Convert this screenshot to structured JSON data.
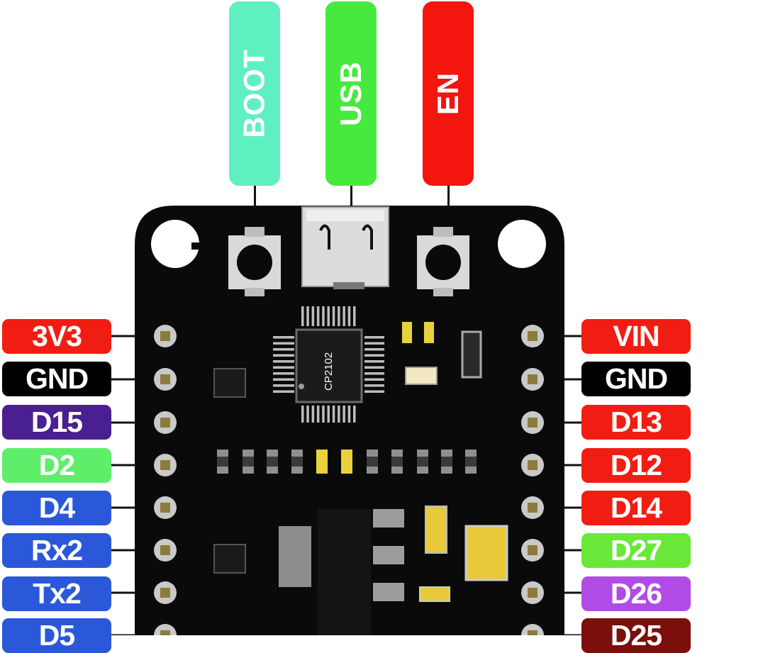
{
  "top_labels": [
    {
      "text": "BOOT",
      "color": "#5ef0c0"
    },
    {
      "text": "USB",
      "color": "#46ea3e"
    },
    {
      "text": "EN",
      "color": "#f4150f"
    }
  ],
  "chip_label": "CP2102",
  "left_pins": [
    {
      "text": "3V3",
      "color": "#f21d12"
    },
    {
      "text": "GND",
      "color": "#000000"
    },
    {
      "text": "D15",
      "color": "#4a1f91"
    },
    {
      "text": "D2",
      "color": "#5fee6a"
    },
    {
      "text": "D4",
      "color": "#2a58d8"
    },
    {
      "text": "Rx2",
      "color": "#2a58d8"
    },
    {
      "text": "Tx2",
      "color": "#2a58d8"
    },
    {
      "text": "D5",
      "color": "#2a58d8"
    }
  ],
  "right_pins": [
    {
      "text": "VIN",
      "color": "#f21d12"
    },
    {
      "text": "GND",
      "color": "#000000"
    },
    {
      "text": "D13",
      "color": "#f21d12"
    },
    {
      "text": "D12",
      "color": "#f21d12"
    },
    {
      "text": "D14",
      "color": "#f21d12"
    },
    {
      "text": "D27",
      "color": "#6ae83a"
    },
    {
      "text": "D26",
      "color": "#b14be6"
    },
    {
      "text": "D25",
      "color": "#7a0f0b"
    }
  ]
}
